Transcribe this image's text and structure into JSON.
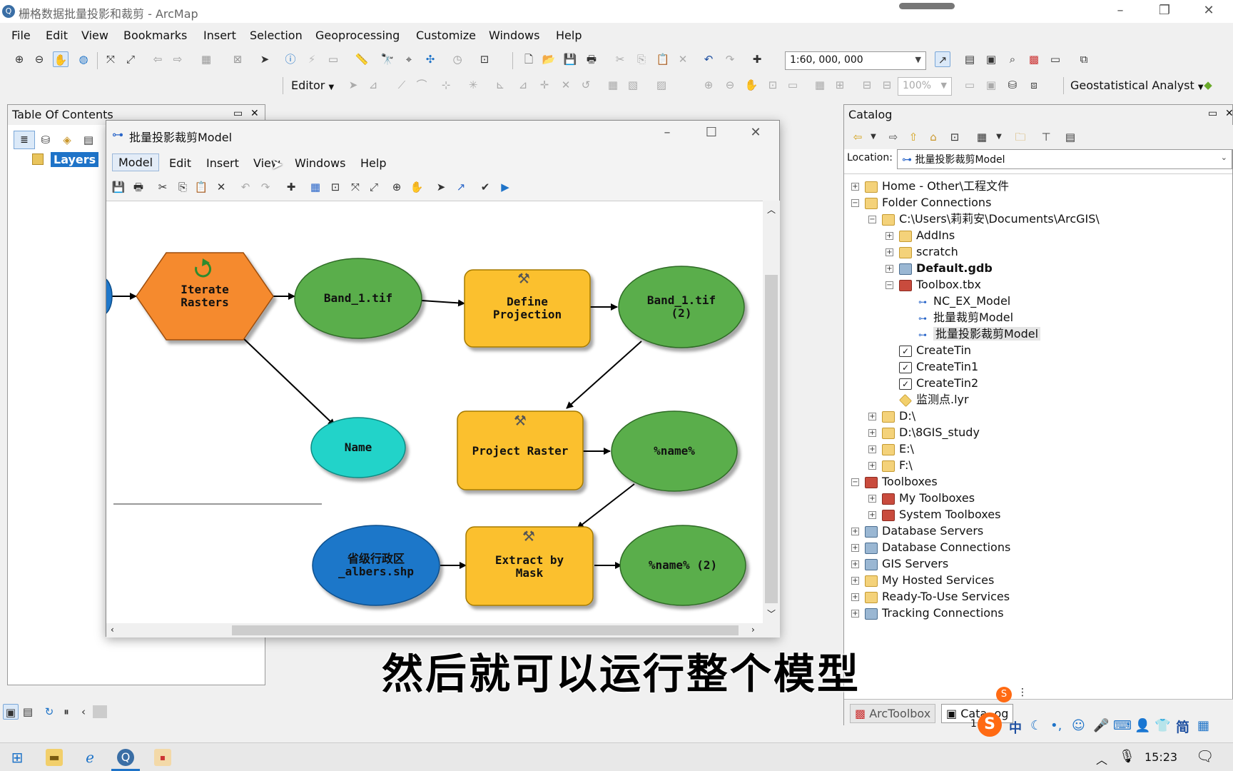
{
  "app": {
    "title": "栅格数据批量投影和裁剪 - ArcMap",
    "icon_glyph": "Q"
  },
  "menubar": [
    "File",
    "Edit",
    "View",
    "Bookmarks",
    "Insert",
    "Selection",
    "Geoprocessing",
    "Customize",
    "Windows",
    "Help"
  ],
  "toolbar": {
    "scale": "1:60, 000, 000",
    "editor_label": "Editor",
    "zoom_value": "100%",
    "geostat_label": "Geostatistical Analyst"
  },
  "toc": {
    "title": "Table Of Contents",
    "layers_label": "Layers"
  },
  "model_window": {
    "title": "批量投影裁剪Model",
    "menus": [
      "Model",
      "Edit",
      "Insert",
      "View",
      "Windows",
      "Help"
    ],
    "nodes": {
      "iterate": "Iterate\nRasters",
      "band1": "Band_1.tif",
      "define": "Define\nProjection",
      "band1_2": "Band_1.tif\n(2)",
      "name": "Name",
      "project": "Project Raster",
      "name_var": "%name%",
      "albers": "省级行政区\n_albers.shp",
      "extract": "Extract by\nMask",
      "name_var2": "%name% (2)"
    }
  },
  "catalog": {
    "title": "Catalog",
    "location_label": "Location:",
    "location_value": "批量投影裁剪Model",
    "tree": [
      {
        "label": "Home - Other\\工程文件",
        "depth": 0,
        "exp": "+",
        "icon": "folder"
      },
      {
        "label": "Folder Connections",
        "depth": 0,
        "exp": "−",
        "icon": "folder"
      },
      {
        "label": "C:\\Users\\莉莉安\\Documents\\ArcGIS\\",
        "depth": 1,
        "exp": "−",
        "icon": "folder"
      },
      {
        "label": "AddIns",
        "depth": 2,
        "exp": "+",
        "icon": "folder"
      },
      {
        "label": "scratch",
        "depth": 2,
        "exp": "+",
        "icon": "folder"
      },
      {
        "label": "Default.gdb",
        "depth": 2,
        "exp": "+",
        "icon": "db",
        "bold": true
      },
      {
        "label": "Toolbox.tbx",
        "depth": 2,
        "exp": "−",
        "icon": "toolbox"
      },
      {
        "label": "NC_EX_Model",
        "depth": 3,
        "exp": "",
        "icon": "model"
      },
      {
        "label": "批量裁剪Model",
        "depth": 3,
        "exp": "",
        "icon": "model"
      },
      {
        "label": "批量投影裁剪Model",
        "depth": 3,
        "exp": "",
        "icon": "model",
        "selected": true
      },
      {
        "label": "CreateTin",
        "depth": 2,
        "exp": "",
        "icon": "check"
      },
      {
        "label": "CreateTin1",
        "depth": 2,
        "exp": "",
        "icon": "check"
      },
      {
        "label": "CreateTin2",
        "depth": 2,
        "exp": "",
        "icon": "check"
      },
      {
        "label": "监测点.lyr",
        "depth": 2,
        "exp": "",
        "icon": "lyr"
      },
      {
        "label": "D:\\",
        "depth": 1,
        "exp": "+",
        "icon": "folder"
      },
      {
        "label": "D:\\8GIS_study",
        "depth": 1,
        "exp": "+",
        "icon": "folder"
      },
      {
        "label": "E:\\",
        "depth": 1,
        "exp": "+",
        "icon": "folder"
      },
      {
        "label": "F:\\",
        "depth": 1,
        "exp": "+",
        "icon": "folder"
      },
      {
        "label": "Toolboxes",
        "depth": 0,
        "exp": "−",
        "icon": "toolbox"
      },
      {
        "label": "My Toolboxes",
        "depth": 1,
        "exp": "+",
        "icon": "toolbox"
      },
      {
        "label": "System Toolboxes",
        "depth": 1,
        "exp": "+",
        "icon": "toolbox"
      },
      {
        "label": "Database Servers",
        "depth": 0,
        "exp": "+",
        "icon": "db"
      },
      {
        "label": "Database Connections",
        "depth": 0,
        "exp": "+",
        "icon": "db"
      },
      {
        "label": "GIS Servers",
        "depth": 0,
        "exp": "+",
        "icon": "db"
      },
      {
        "label": "My Hosted Services",
        "depth": 0,
        "exp": "+",
        "icon": "folder"
      },
      {
        "label": "Ready-To-Use Services",
        "depth": 0,
        "exp": "+",
        "icon": "folder"
      },
      {
        "label": "Tracking Connections",
        "depth": 0,
        "exp": "+",
        "icon": "db"
      }
    ],
    "tabs": [
      "ArcToolbox",
      "Cata..og"
    ]
  },
  "subtitle": "然后就可以运行整个模型",
  "statusbar": {
    "page_hint": "1"
  },
  "ime": {
    "lang": "中",
    "simplified": "简"
  },
  "taskbar": {
    "clock": "15:23"
  },
  "colors": {
    "iterator": "#f58a2e",
    "data_green": "#5aae4c",
    "tool_yellow": "#fbc02d",
    "input_blue": "#1f77c9",
    "value_cyan": "#22d3c9"
  }
}
